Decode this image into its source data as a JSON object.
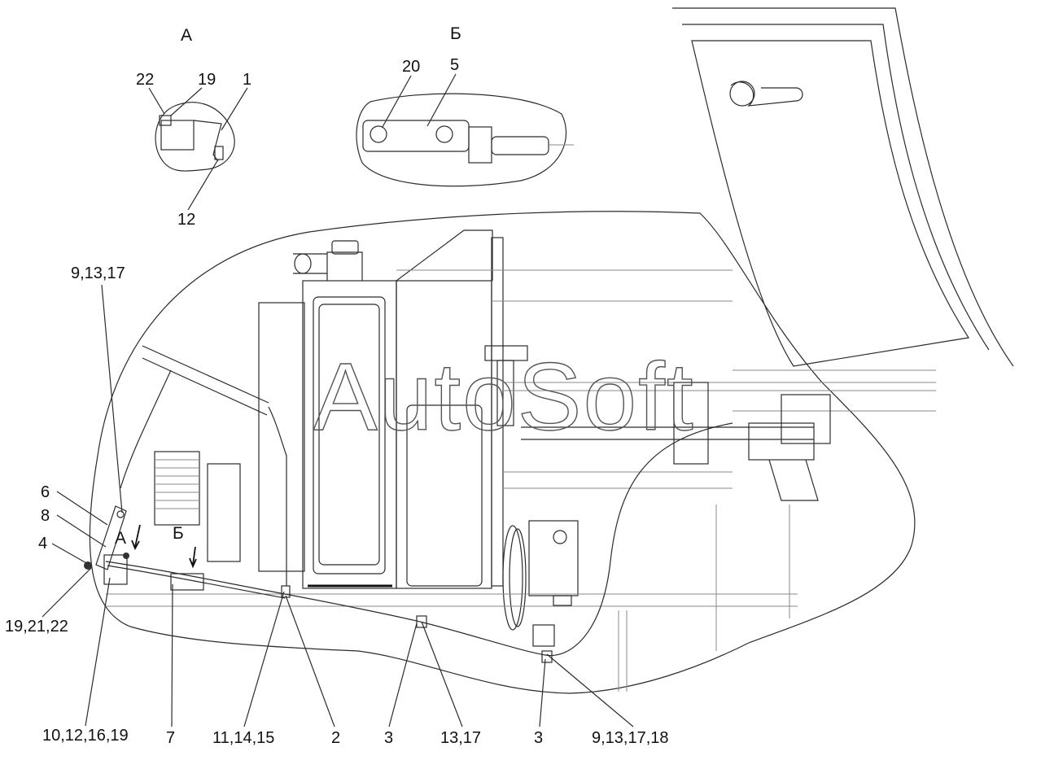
{
  "watermark": "AutoSoft",
  "views": {
    "view_a": {
      "letter": "А",
      "labels": [
        "22",
        "19",
        "1",
        "12"
      ]
    },
    "view_b": {
      "letter": "Б",
      "labels": [
        "20",
        "5"
      ]
    }
  },
  "markers": {
    "a": "А",
    "b": "Б"
  },
  "callouts": {
    "c_9_13_17_top": "9,13,17",
    "c_6": "6",
    "c_8": "8",
    "c_4": "4",
    "c_19_21_22": "19,21,22",
    "c_10_12_16_19": "10,12,16,19",
    "c_7": "7",
    "c_11_14_15": "11,14,15",
    "c_2": "2",
    "c_3_left": "3",
    "c_13_17": "13,17",
    "c_3_right": "3",
    "c_9_13_17_18": "9,13,17,18"
  }
}
